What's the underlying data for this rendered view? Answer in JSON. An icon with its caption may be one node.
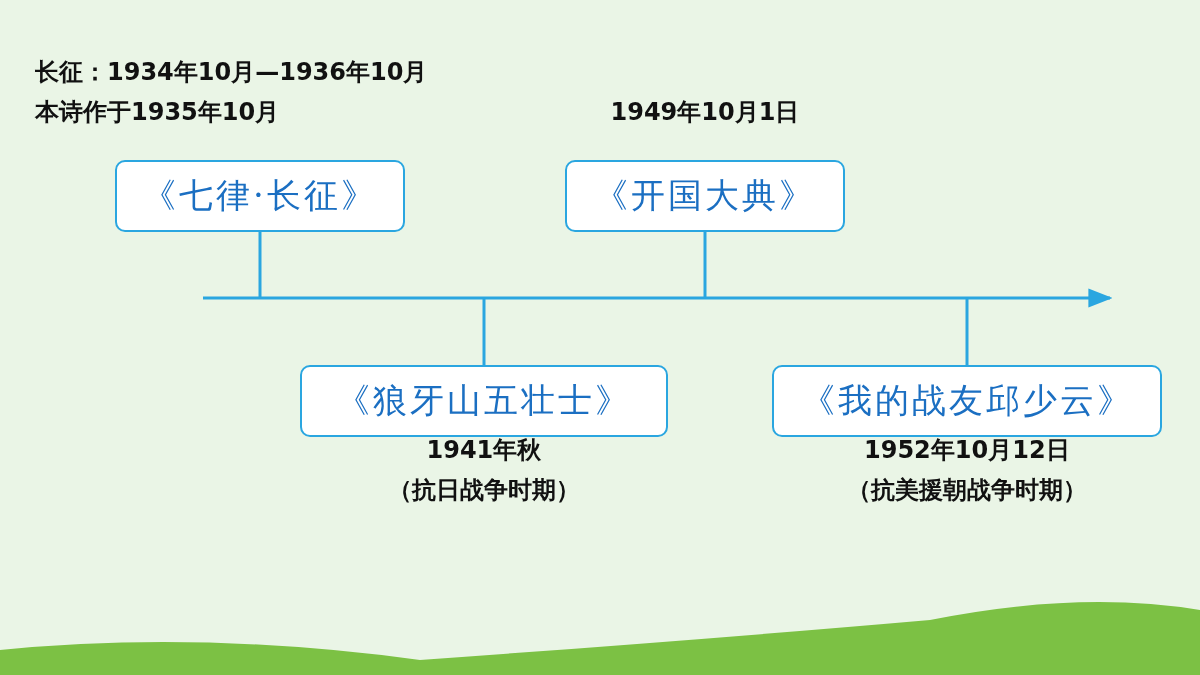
{
  "diagram": {
    "nodes": [
      {
        "text": [
          "《七律·长征》"
        ],
        "beside": [
          "长征：1934年10月—1936年10月",
          "本诗作于1935年10月"
        ]
      },
      {
        "text": [
          "《开国大典》"
        ],
        "beside": [
          "1949年10月1日"
        ]
      },
      {
        "text": [
          "《狼牙山五壮士》"
        ],
        "beside": [
          "1941年秋",
          "（抗日战争时期）"
        ]
      },
      {
        "text": [
          "《我的战友邱少云》"
        ],
        "beside": [
          "1952年10月12日",
          "（抗美援朝战争时期）"
        ]
      },
      {
        "text": [],
        "shape": "arrow"
      }
    ],
    "edges": [
      {
        "from": 0,
        "to": 4,
        "arrow": "none"
      },
      {
        "from": 1,
        "to": 4,
        "arrow": "none"
      },
      {
        "from": 2,
        "to": 4,
        "arrow": "none"
      },
      {
        "from": 3,
        "to": 4,
        "arrow": "none"
      }
    ]
  }
}
